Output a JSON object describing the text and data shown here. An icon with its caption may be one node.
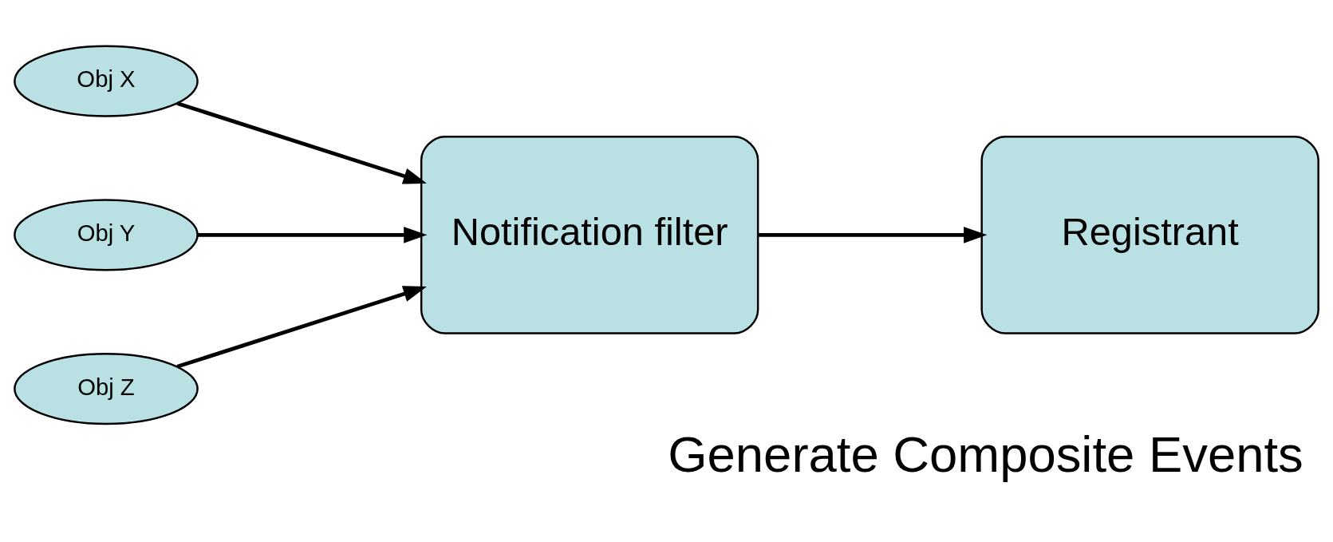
{
  "diagram": {
    "caption": "Generate Composite Events",
    "nodes": [
      {
        "text": [
          "Obj X"
        ]
      },
      {
        "text": [
          "Obj Y"
        ]
      },
      {
        "text": [
          "Obj Z"
        ]
      },
      {
        "text": [
          "Notification filter"
        ]
      },
      {
        "text": [
          "Registrant"
        ]
      }
    ],
    "edges": [
      {
        "from": 0,
        "to": 3,
        "arrow": "to"
      },
      {
        "from": 1,
        "to": 3,
        "arrow": "to"
      },
      {
        "from": 2,
        "to": 3,
        "arrow": "to"
      },
      {
        "from": 3,
        "to": 4,
        "arrow": "to"
      }
    ]
  }
}
